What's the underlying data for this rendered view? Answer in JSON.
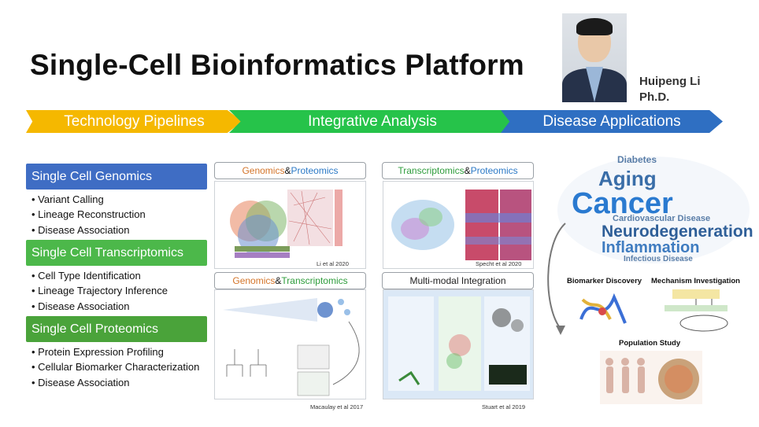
{
  "title": "Single-Cell Bioinformatics Platform",
  "author": {
    "name": "Huipeng Li",
    "degree": "Ph.D."
  },
  "stages": [
    "Technology Pipelines",
    "Integrative Analysis",
    "Disease Applications"
  ],
  "categories": [
    {
      "label": "Single Cell Genomics",
      "items": [
        "Variant Calling",
        "Lineage Reconstruction",
        "Disease Association"
      ]
    },
    {
      "label": "Single Cell Transcriptomics",
      "items": [
        "Cell Type Identification",
        "Lineage Trajectory Inference",
        "Disease Association"
      ]
    },
    {
      "label": "Single Cell Proteomics",
      "items": [
        "Protein Expression Profiling",
        "Cellular Biomarker Characterization",
        "Disease Association"
      ]
    }
  ],
  "panels": {
    "p1": {
      "a": "Genomics",
      "amp": " & ",
      "b": "Proteomics",
      "cite": "Li et al 2020"
    },
    "p2": {
      "a": "Transcriptomics",
      "amp": " & ",
      "b": "Proteomics",
      "cite": "Specht et al 2020"
    },
    "p3": {
      "a": "Genomics",
      "amp": " & ",
      "b": "Transcriptomics",
      "cite": "Macaulay et al 2017"
    },
    "p4": {
      "label": "Multi-modal Integration",
      "cite": "Stuart et al 2019"
    }
  },
  "applications": {
    "biomarker": "Biomarker Discovery",
    "mechanism": "Mechanism Investigation",
    "population": "Population Study"
  },
  "wordcloud": [
    "Cancer",
    "Aging",
    "Neurodegeneration",
    "Inflammation",
    "Diabetes",
    "Cardiovascular Disease",
    "Infectious Disease"
  ],
  "colors": {
    "yellow": "#f5b800",
    "green": "#26c34a",
    "blue": "#2f6fc2"
  }
}
